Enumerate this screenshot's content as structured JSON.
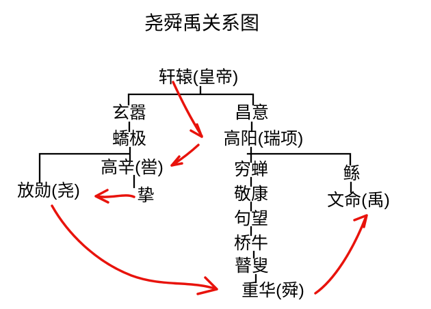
{
  "title": "尧舜禹关系图",
  "nodes": [
    {
      "id": "xuanyuan",
      "label": "轩辕(皇帝)"
    },
    {
      "id": "xuanxiao",
      "label": "玄嚣"
    },
    {
      "id": "changyi",
      "label": "昌意"
    },
    {
      "id": "jiaoji",
      "label": "蟜极"
    },
    {
      "id": "gaoyang",
      "label": "高阳(瑞项)"
    },
    {
      "id": "gaoxin",
      "label": "高辛(喾)"
    },
    {
      "id": "zhi",
      "label": "挚"
    },
    {
      "id": "fangxun",
      "label": "放勋(尧)"
    },
    {
      "id": "qiongchan",
      "label": "穷蝉"
    },
    {
      "id": "jingkang",
      "label": "敬康"
    },
    {
      "id": "juwang",
      "label": "句望"
    },
    {
      "id": "qiaoniu",
      "label": "桥牛"
    },
    {
      "id": "gusou",
      "label": "瞽叟"
    },
    {
      "id": "chonghua",
      "label": "重华(舜)"
    },
    {
      "id": "gun",
      "label": "鲧"
    },
    {
      "id": "wenming",
      "label": "文命(禹)"
    }
  ],
  "red_arrows": [
    {
      "from": "轩辕(皇帝)",
      "to": "高阳(瑞项)"
    },
    {
      "from": "高阳(瑞项)",
      "to": "高辛(喾)"
    },
    {
      "from": "挚",
      "to": "放勋(尧)"
    },
    {
      "from": "放勋(尧)",
      "to": "重华(舜)"
    },
    {
      "from": "重华(舜)",
      "to": "文命(禹)"
    }
  ],
  "colors": {
    "text": "#000000",
    "tree_line": "#000000",
    "annotation_red": "#e8130c",
    "background": "#ffffff"
  }
}
